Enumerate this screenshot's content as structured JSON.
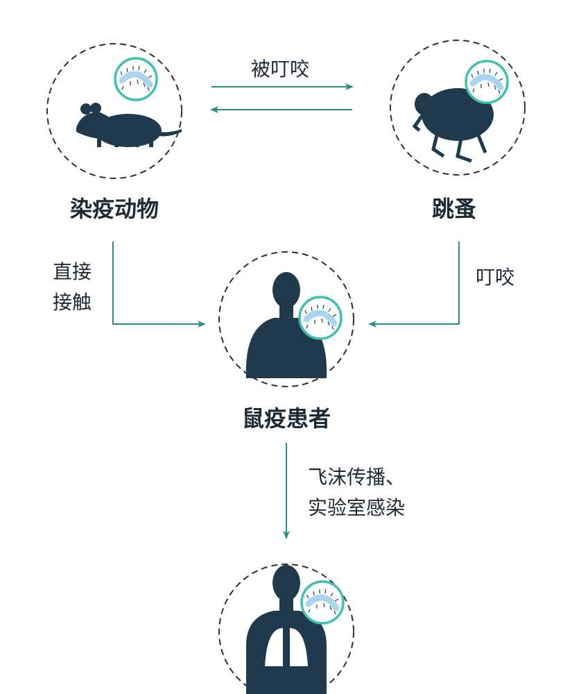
{
  "colors": {
    "arrow": "#2b8c8c",
    "silhouette": "#1f3a4d",
    "ring": "#3cc0b0",
    "bacterium": "#a9d6ee"
  },
  "nodes": {
    "infected_animal": "染疫动物",
    "flea": "跳蚤",
    "plague_patient": "鼠疫患者"
  },
  "edges": {
    "animal_to_flea": "被叮咬",
    "direct_contact": [
      "直接",
      "接触"
    ],
    "flea_bite": "叮咬",
    "patient_to_others": [
      "飞沫传播、",
      "实验室感染"
    ]
  }
}
